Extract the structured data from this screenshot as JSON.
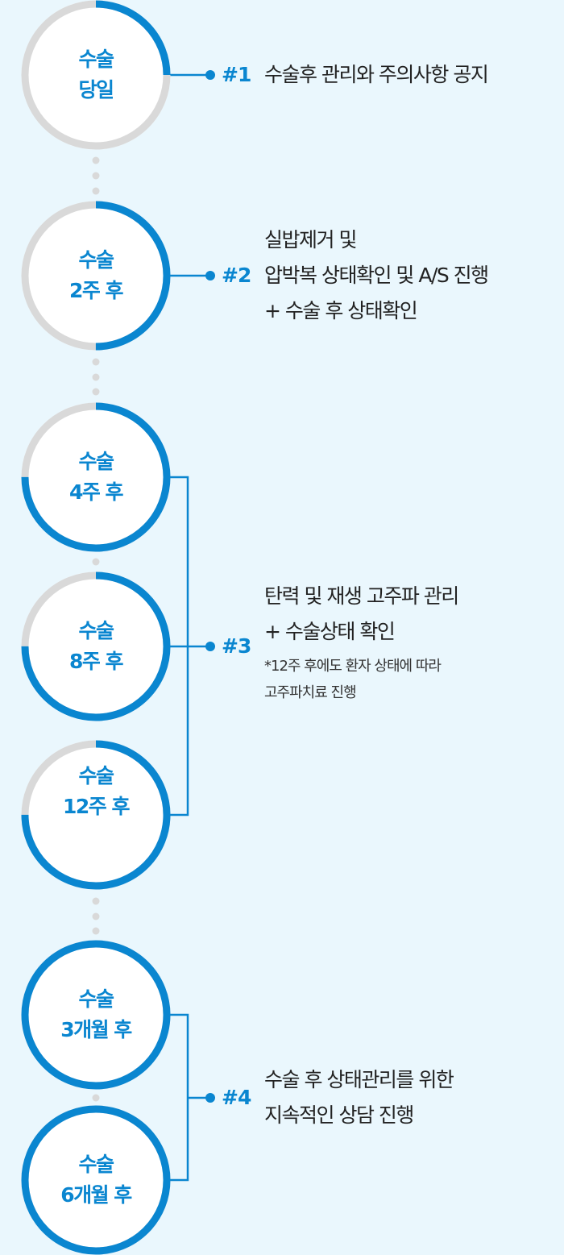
{
  "colors": {
    "background": "#eaf7fd",
    "accent": "#0a86d0",
    "track": "#d9d9d9",
    "text": "#222222"
  },
  "stages": [
    {
      "line1": "수술",
      "line2": "당일",
      "progress_percent": 25
    },
    {
      "line1": "수술",
      "line2": "2주 후",
      "progress_percent": 50
    },
    {
      "line1": "수술",
      "line2": "4주 후",
      "progress_percent": 75
    },
    {
      "line1": "수술",
      "line2": "8주 후",
      "progress_percent": 75
    },
    {
      "line1": "수술",
      "line2": "12주 후",
      "progress_percent": 75
    },
    {
      "line1": "수술",
      "line2": "3개월 후",
      "progress_percent": 100
    },
    {
      "line1": "수술",
      "line2": "6개월 후",
      "progress_percent": 100
    }
  ],
  "steps": [
    {
      "number": "#1",
      "lines": [
        "수술후 관리와 주의사항 공지"
      ]
    },
    {
      "number": "#2",
      "lines": [
        "실밥제거 및",
        "압박복 상태확인 및 A/S 진행",
        "+ 수술 후 상태확인"
      ]
    },
    {
      "number": "#3",
      "lines": [
        "탄력 및 재생 고주파 관리",
        "+ 수술상태 확인"
      ],
      "notes": [
        "*12주 후에도 환자 상태에 따라",
        "고주파치료 진행"
      ]
    },
    {
      "number": "#4",
      "lines": [
        "수술 후 상태관리를 위한",
        "지속적인 상담 진행"
      ]
    }
  ]
}
